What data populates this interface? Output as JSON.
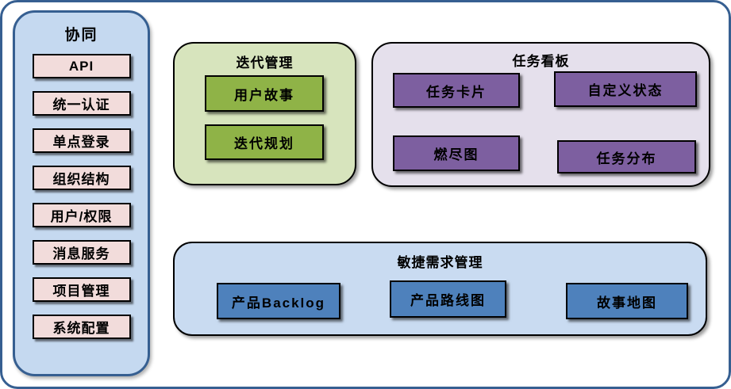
{
  "sidebar": {
    "title": "协同",
    "items": [
      {
        "label": "API"
      },
      {
        "label": "统一认证"
      },
      {
        "label": "单点登录"
      },
      {
        "label": "组织结构"
      },
      {
        "label": "用户/权限"
      },
      {
        "label": "消息服务"
      },
      {
        "label": "项目管理"
      },
      {
        "label": "系统配置"
      }
    ]
  },
  "panels": {
    "iteration": {
      "title": "迭代管理",
      "items": [
        {
          "label": "用户故事"
        },
        {
          "label": "迭代规划"
        }
      ]
    },
    "taskboard": {
      "title": "任务看板",
      "items": [
        {
          "label": "任务卡片"
        },
        {
          "label": "自定义状态"
        },
        {
          "label": "燃尽图"
        },
        {
          "label": "任务分布"
        }
      ]
    },
    "requirements": {
      "title": "敏捷需求管理",
      "items": [
        {
          "label": "产品Backlog"
        },
        {
          "label": "产品路线图"
        },
        {
          "label": "故事地图"
        }
      ]
    }
  },
  "colors": {
    "outer_border": "#365F91",
    "sidebar_fill": "#C5D9F0",
    "sidebar_item_fill": "#F2DCDB",
    "iteration_panel_fill": "#D7E4BD",
    "iteration_item_fill": "#8FB347",
    "taskboard_panel_fill": "#E5E0EC",
    "taskboard_item_fill": "#7D5FA0",
    "requirements_panel_fill": "#C9DBF1",
    "requirements_item_fill": "#4E81BC"
  }
}
